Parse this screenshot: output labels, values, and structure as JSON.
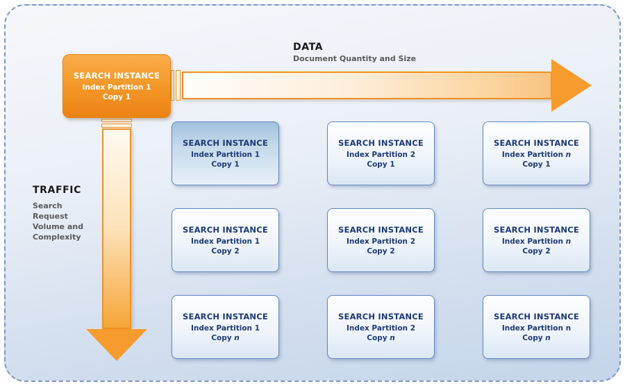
{
  "colors": {
    "panel_border": "#7d96c6",
    "panel_bg_top": "#f5f7fb",
    "panel_bg_bottom": "#c4d5ea",
    "arrow_orange": "#f89b2e",
    "arrow_border": "#f29022",
    "source_box_top": "#f9ac4b",
    "source_box_bottom": "#ec8214",
    "grid_box_border": "#5e86c2",
    "grid_text_navy": "#1d3a77",
    "axis_title_black": "#1a1a1a",
    "axis_subtitle_gray": "#595959"
  },
  "source_box": {
    "title": "SEARCH INSTANCE",
    "partition": "Index Partition 1",
    "copy": "Copy 1"
  },
  "data_arrow": {
    "title": "DATA",
    "subtitle": "Document Quantity and Size"
  },
  "traffic_arrow": {
    "title": "TRAFFIC",
    "subtitle_lines": [
      "Search",
      "Request",
      "Volume and",
      "Complexity"
    ]
  },
  "grid": {
    "cells": [
      {
        "title": "SEARCH INSTANCE",
        "partition_prefix": "Index Partition ",
        "partition_n": "1",
        "partition_n_italic": false,
        "copy_prefix": "Copy ",
        "copy_n": "1",
        "copy_n_italic": false,
        "highlighted": true
      },
      {
        "title": "SEARCH INSTANCE",
        "partition_prefix": "Index Partition ",
        "partition_n": "2",
        "partition_n_italic": false,
        "copy_prefix": "Copy ",
        "copy_n": "1",
        "copy_n_italic": false,
        "highlighted": false
      },
      {
        "title": "SEARCH INSTANCE",
        "partition_prefix": "Index Partition ",
        "partition_n": "n",
        "partition_n_italic": true,
        "copy_prefix": "Copy ",
        "copy_n": "1",
        "copy_n_italic": false,
        "highlighted": false
      },
      {
        "title": "SEARCH INSTANCE",
        "partition_prefix": "Index Partition ",
        "partition_n": "1",
        "partition_n_italic": false,
        "copy_prefix": "Copy ",
        "copy_n": "2",
        "copy_n_italic": false,
        "highlighted": false
      },
      {
        "title": "SEARCH INSTANCE",
        "partition_prefix": "Index Partition ",
        "partition_n": "2",
        "partition_n_italic": false,
        "copy_prefix": "Copy ",
        "copy_n": "2",
        "copy_n_italic": false,
        "highlighted": false
      },
      {
        "title": "SEARCH INSTANCE",
        "partition_prefix": "Index Partition ",
        "partition_n": "n",
        "partition_n_italic": true,
        "copy_prefix": "Copy ",
        "copy_n": "2",
        "copy_n_italic": false,
        "highlighted": false
      },
      {
        "title": "SEARCH INSTANCE",
        "partition_prefix": "Index Partition ",
        "partition_n": "1",
        "partition_n_italic": false,
        "copy_prefix": "Copy ",
        "copy_n": "n",
        "copy_n_italic": true,
        "highlighted": false
      },
      {
        "title": "SEARCH INSTANCE",
        "partition_prefix": "Index Partition ",
        "partition_n": "2",
        "partition_n_italic": false,
        "copy_prefix": "Copy ",
        "copy_n": "n",
        "copy_n_italic": true,
        "highlighted": false
      },
      {
        "title": "SEARCH INSTANCE",
        "partition_prefix": "Index Partition ",
        "partition_n": "n",
        "partition_n_italic": false,
        "copy_prefix": "Copy ",
        "copy_n": "n",
        "copy_n_italic": true,
        "highlighted": false
      }
    ]
  }
}
